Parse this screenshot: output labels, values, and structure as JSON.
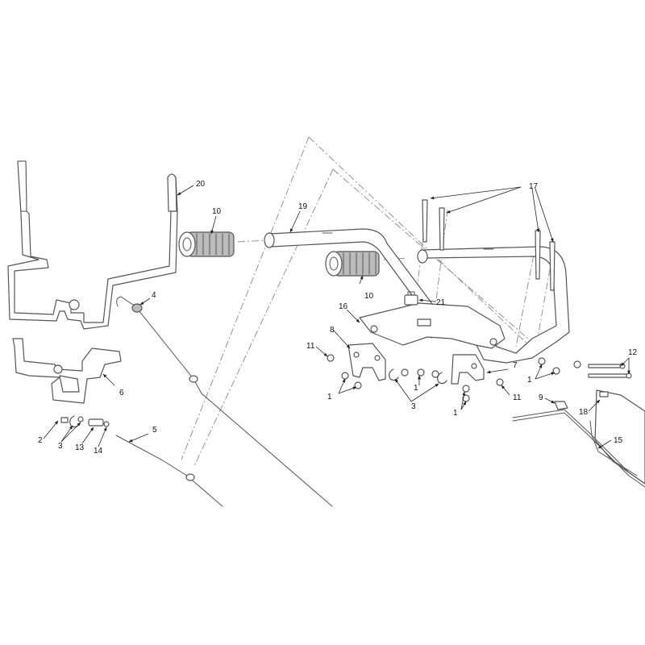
{
  "callouts": {
    "c1a": "1",
    "c1b": "1",
    "c1c": "1",
    "c1d": "1",
    "c2": "2",
    "c3a": "3",
    "c3b": "3",
    "c4": "4",
    "c5": "5",
    "c6": "6",
    "c7": "7",
    "c8": "8",
    "c9": "9",
    "c10a": "10",
    "c10b": "10",
    "c11a": "11",
    "c11b": "11",
    "c12": "12",
    "c13": "13",
    "c14": "14",
    "c15": "15",
    "c16": "16",
    "c17": "17",
    "c18": "18",
    "c19": "19",
    "c20": "20",
    "c21": "21"
  },
  "colors": {
    "line": "#555555",
    "fill": "#ffffff",
    "text": "#111111",
    "phantom": "#888888"
  }
}
